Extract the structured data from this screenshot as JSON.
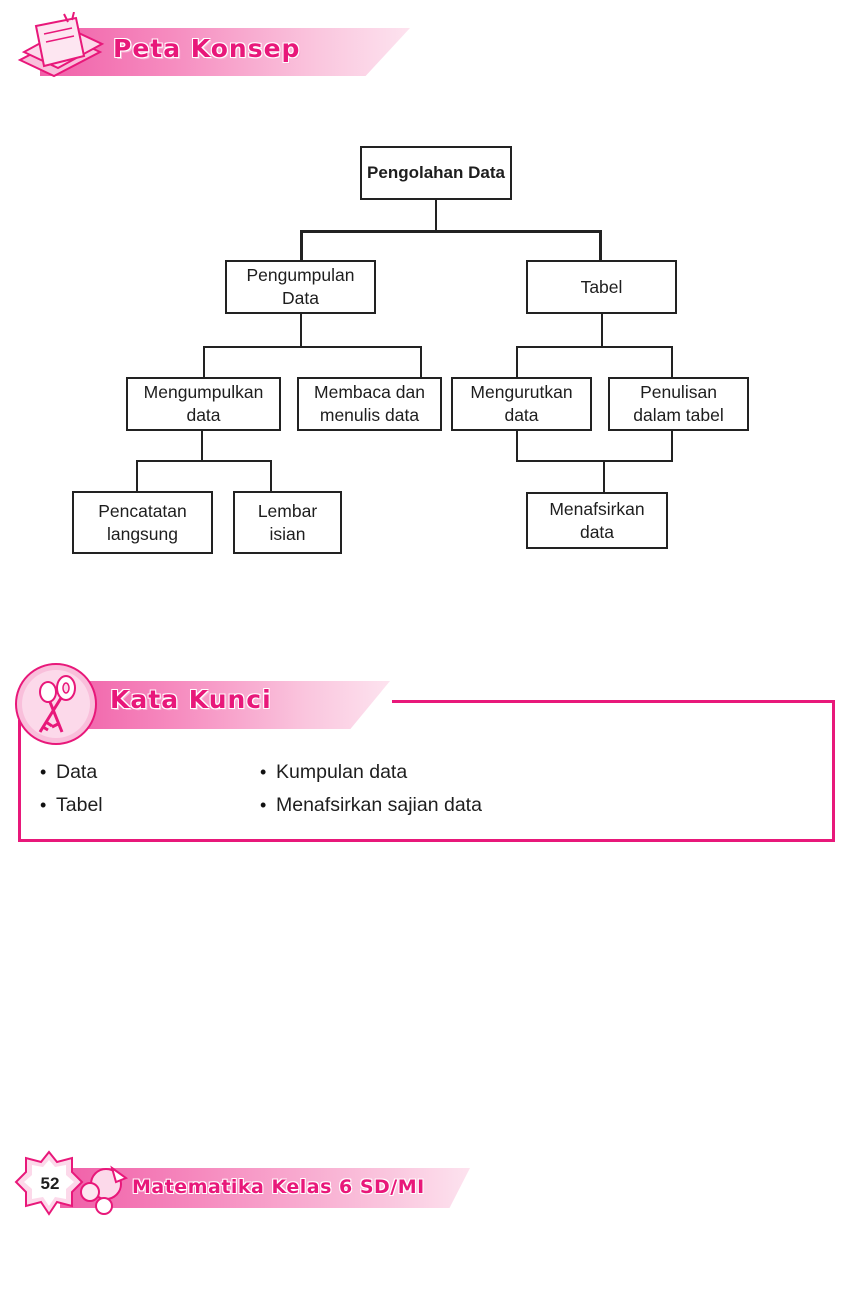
{
  "sections": {
    "peta_konsep": {
      "title": "Peta Konsep"
    },
    "kata_kunci": {
      "title": "Kata Kunci"
    }
  },
  "concept_map": {
    "root": "Pengolahan Data",
    "pengumpulan": "Pengumpulan Data",
    "tabel": "Tabel",
    "mengumpulkan": "Mengumpulkan data",
    "membaca": "Membaca dan menulis data",
    "mengurutkan": "Mengurutkan data",
    "penulisan": "Penulisan dalam tabel",
    "pencatatan": "Pencatatan langsung",
    "lembar": "Lembar isian",
    "menafsirkan": "Menafsirkan data"
  },
  "keywords": {
    "left": [
      "Data",
      "Tabel"
    ],
    "right": [
      "Kumpulan data",
      "Menafsirkan sajian data"
    ]
  },
  "footer": {
    "page_number": "52",
    "book_title": "Matematika Kelas 6 SD/MI"
  },
  "colors": {
    "accent": "#e8187a",
    "banner_light": "#fac6de"
  },
  "icons": [
    "book-stack-icon",
    "keys-icon",
    "star-badge-icon",
    "bubble-cluster-icon"
  ]
}
